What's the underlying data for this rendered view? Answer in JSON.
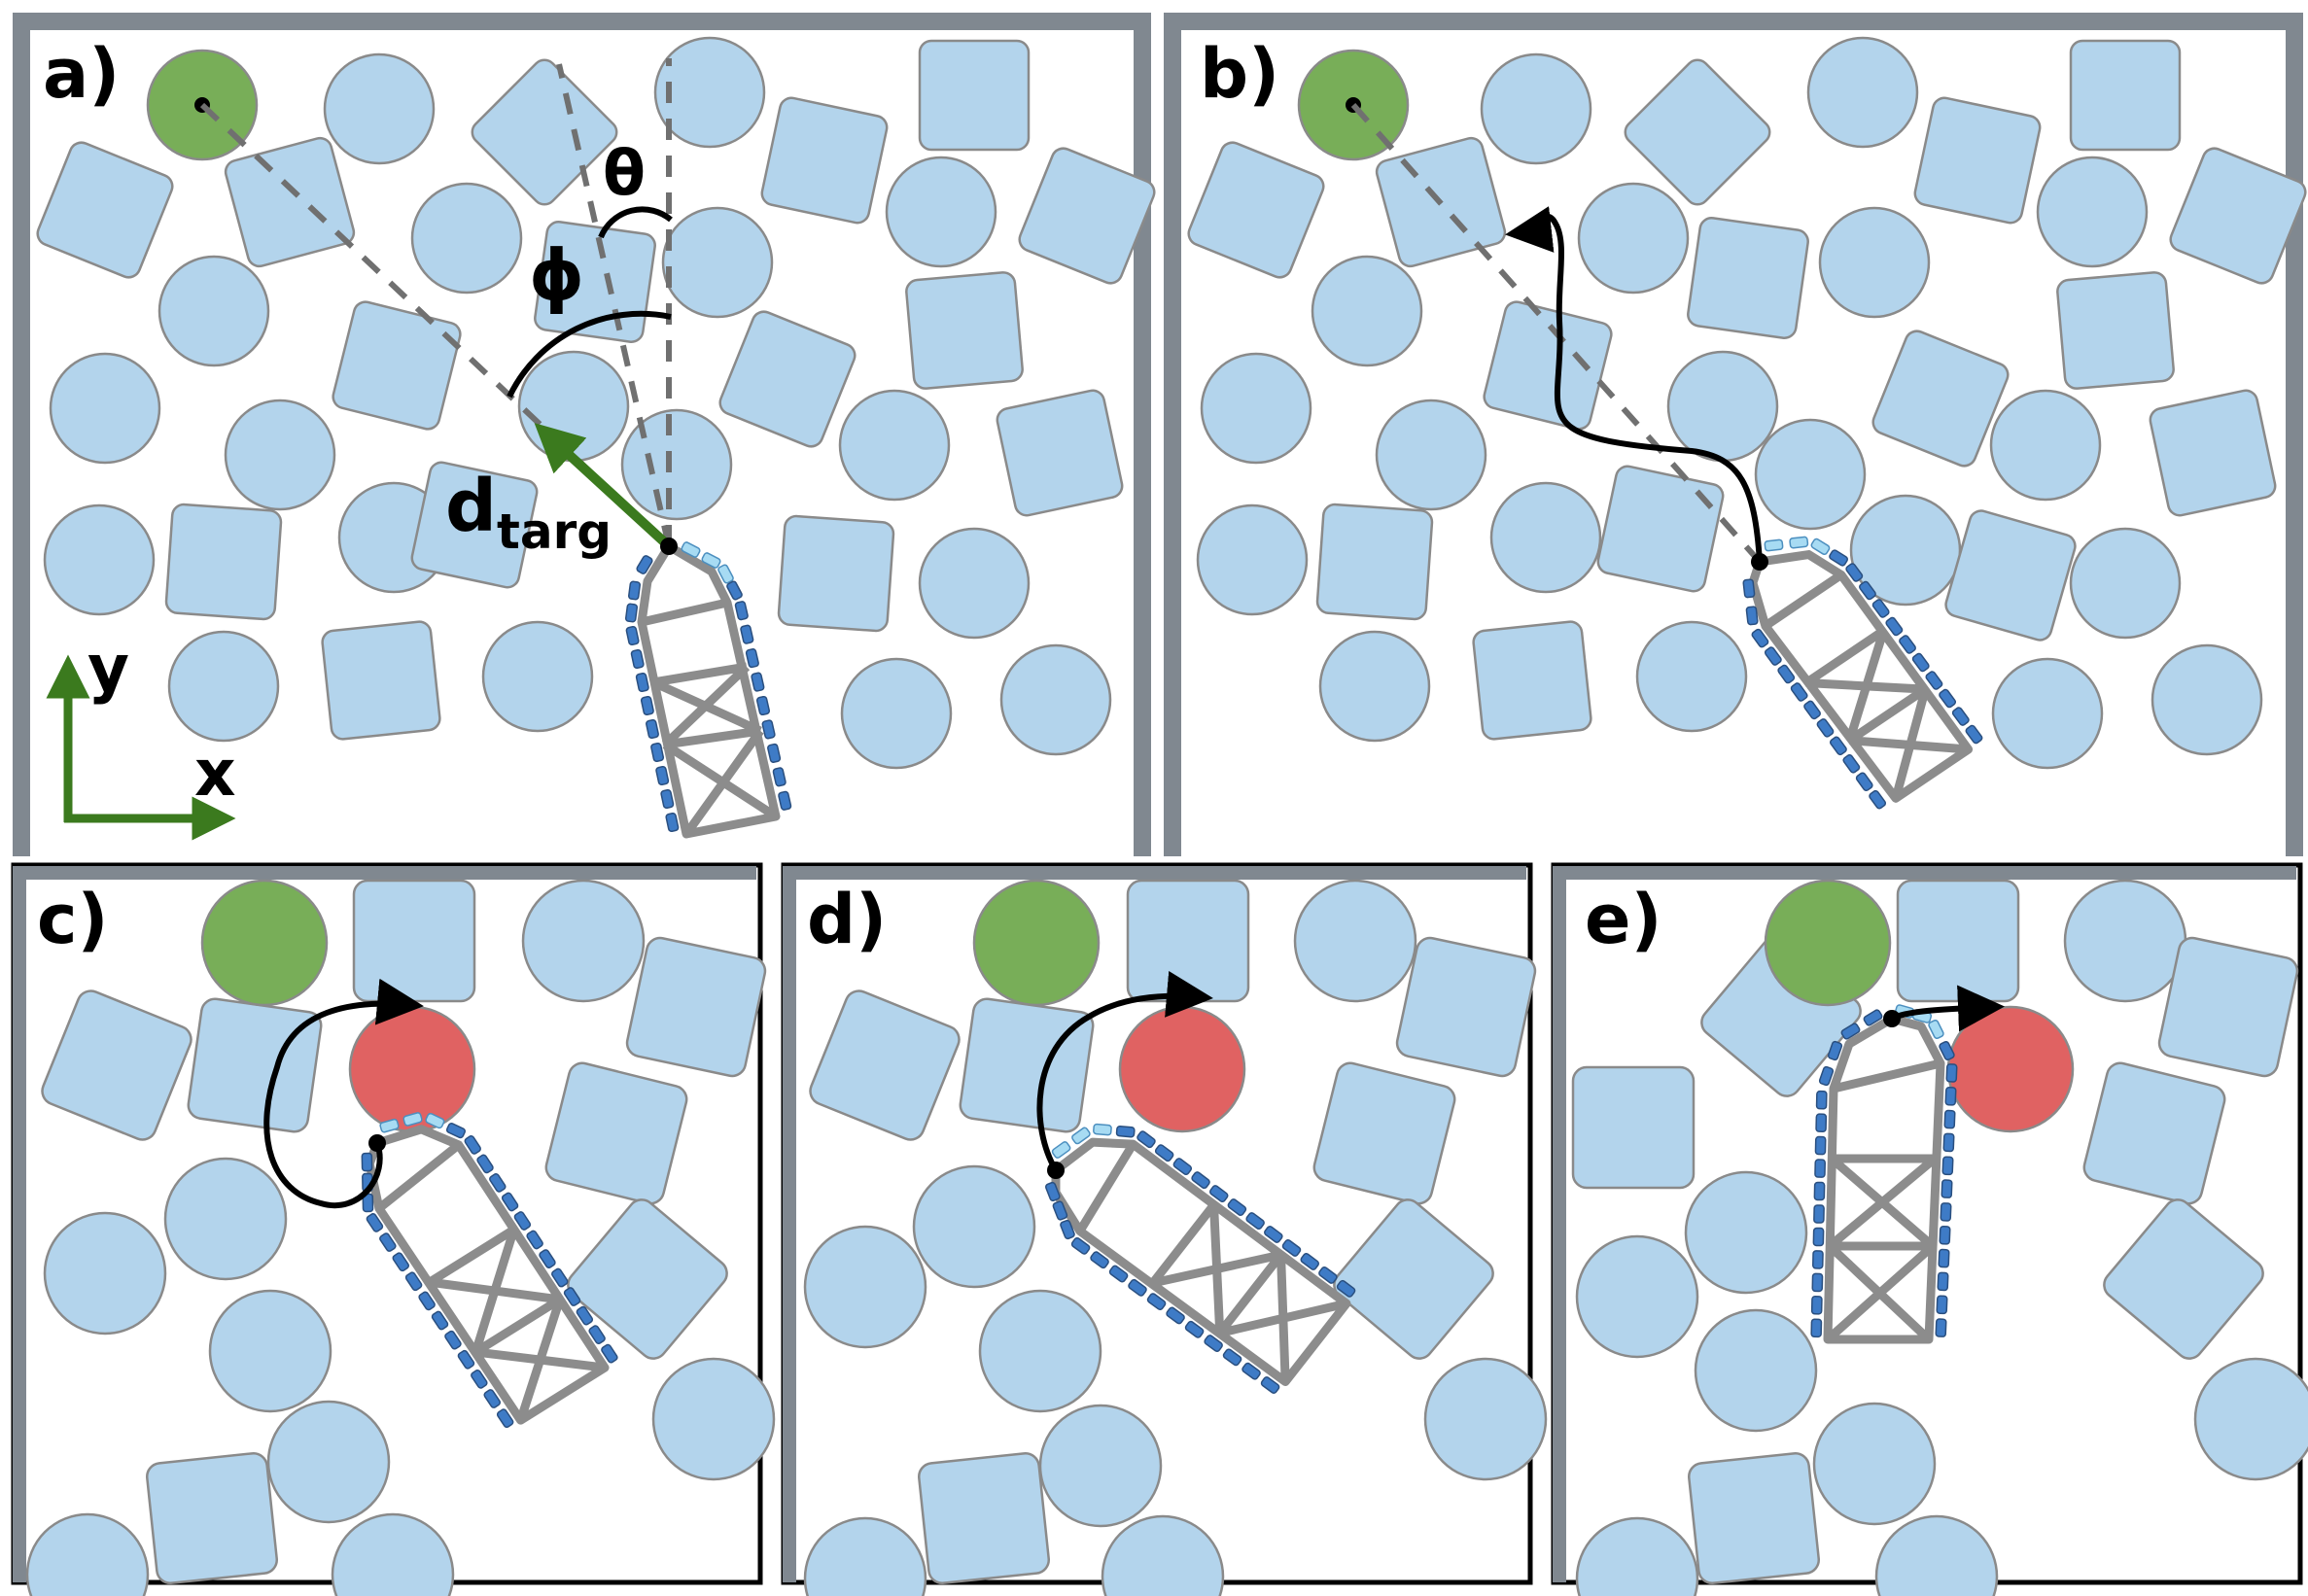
{
  "panels": {
    "a": {
      "label": "a)"
    },
    "b": {
      "label": "b)"
    },
    "c": {
      "label": "c)"
    },
    "d": {
      "label": "d)"
    },
    "e": {
      "label": "e)"
    }
  },
  "annotations": {
    "theta": "θ",
    "phi": "ϕ",
    "d_main": "d",
    "d_sub": "targ",
    "axis_y": "y",
    "axis_x": "x"
  },
  "colors": {
    "obstacle": "#b3d4ec",
    "goal": "#78ae58",
    "block": "#e06262",
    "wall": "#808890",
    "robot_truss": "#8c8c8c",
    "robot_module_dark": "#3e7bc6",
    "robot_module_light": "#a7dbf3",
    "direction_arrow": "#3b7a1e"
  }
}
